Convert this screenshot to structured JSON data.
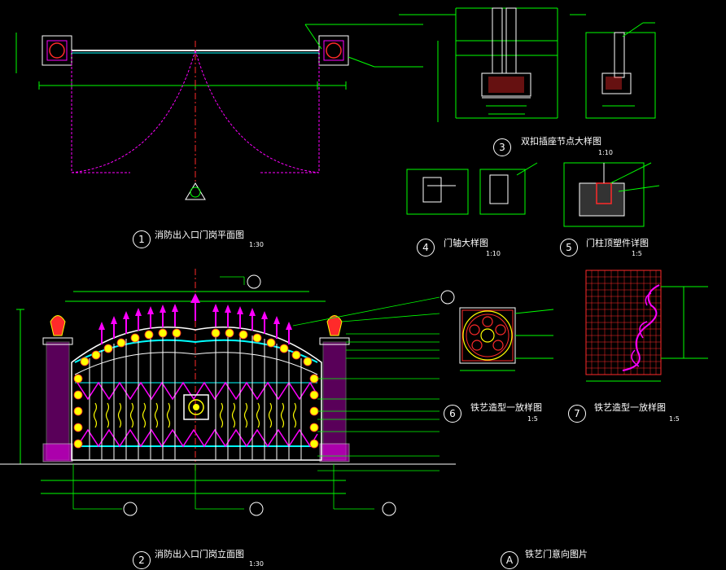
{
  "drawing": {
    "captions": [
      {
        "num": "1",
        "title": "消防出入口门岗平面图",
        "scale": "1:30"
      },
      {
        "num": "2",
        "title": "消防出入口门岗立面图",
        "scale": "1:30"
      },
      {
        "num": "3",
        "title": "双扣插座节点大样图",
        "scale": "1:10"
      },
      {
        "num": "4",
        "title": "门轴大样图",
        "scale": "1:10"
      },
      {
        "num": "5",
        "title": "门柱顶塑件详图",
        "scale": "1:5"
      },
      {
        "num": "6",
        "title": "铁艺造型一放样图",
        "scale": "1:5"
      },
      {
        "num": "7",
        "title": "铁艺造型一放样图",
        "scale": "1:5"
      },
      {
        "num": "A",
        "title": "铁艺门意向图片",
        "scale": ""
      }
    ],
    "colors": {
      "green": "#00ff00",
      "cyan": "#00ffff",
      "magenta": "#ff00ff",
      "yellow": "#ffff00",
      "red": "#ff2a2a",
      "white": "#ffffff",
      "background": "#000000"
    }
  }
}
